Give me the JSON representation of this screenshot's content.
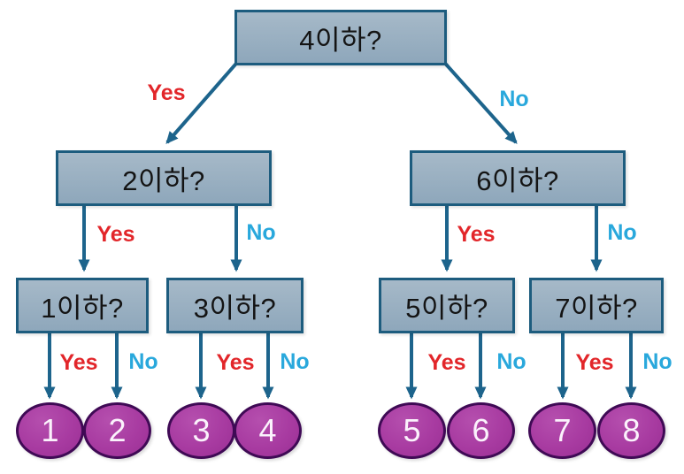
{
  "diagram": {
    "colors": {
      "background": "#ffffff",
      "box_fill_top": "#a6b9c8",
      "box_fill_bottom": "#8ea7bb",
      "box_border": "#1d5c7e",
      "box_text": "#141414",
      "arrow": "#1d648c",
      "yes_label": "#e2262a",
      "no_label": "#29a8dc",
      "leaf_fill": "#a83ba1",
      "leaf_fill_light": "#b54fae",
      "leaf_fill_dark": "#9a2f94",
      "leaf_border": "#3f0a55",
      "leaf_text": "#fbf2fc"
    },
    "edge_labels": {
      "yes": "Yes",
      "no": "No"
    },
    "nodes": {
      "root": {
        "label": "4이하?"
      },
      "left": {
        "label": "2이하?"
      },
      "right": {
        "label": "6이하?"
      },
      "left_left": {
        "label": "1이하?"
      },
      "left_right": {
        "label": "3이하?"
      },
      "right_left": {
        "label": "5이하?"
      },
      "right_right": {
        "label": "7이하?"
      }
    },
    "leaves": [
      "1",
      "2",
      "3",
      "4",
      "5",
      "6",
      "7",
      "8"
    ]
  }
}
